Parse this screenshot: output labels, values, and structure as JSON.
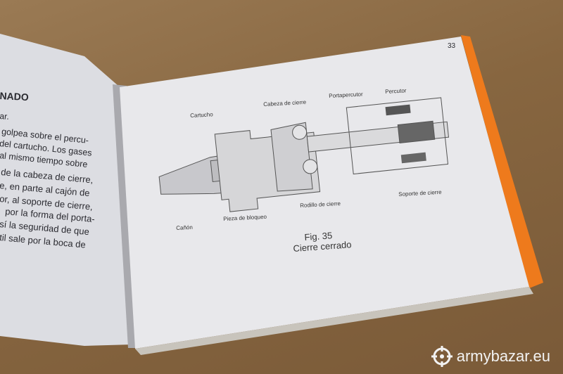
{
  "left_page": {
    "heading": "NADO",
    "lines": [
      "ar.",
      "golpea sobre el percu-",
      "del cartucho. Los gases",
      "al mismo tiempo sobre",
      "de la cabeza de cierre,",
      "e, en parte al cajón de",
      "or, al soporte de cierre,",
      "por la forma del porta-",
      "sí la seguridad de que",
      "til sale por la boca de"
    ]
  },
  "right_page": {
    "page_number": "33",
    "labels": {
      "cartucho": "Cartucho",
      "cabeza": "Cabeza de cierre",
      "portapercutor": "Portapercutor",
      "percutor": "Percutor",
      "canon": "Cañón",
      "pieza": "Pieza de bloqueo",
      "rodillo": "Rodillo de cierre",
      "soporte": "Soporte de cierre"
    },
    "figure_number": "Fig. 35",
    "figure_caption": "Cierre cerrado"
  },
  "watermark": {
    "text": "armybazar.eu"
  },
  "colors": {
    "page": "#e9e9ec",
    "edge": "#f07a1a",
    "wood": "#8d6c47"
  }
}
